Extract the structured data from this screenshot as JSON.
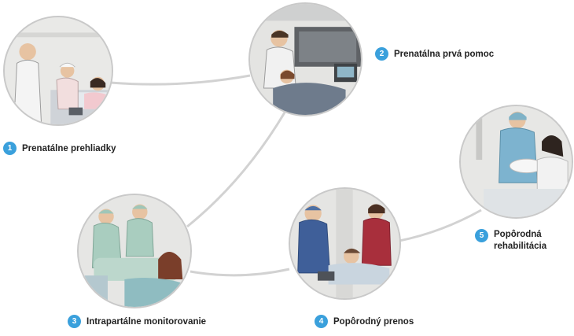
{
  "accent_color": "#3aa0dc",
  "line_color": "#d2d2d2",
  "stages": [
    {
      "number": "1",
      "lines": [
        "Prenatálne prehliadky"
      ],
      "scene": "doctor and nurse examining a pregnant woman in bed"
    },
    {
      "number": "2",
      "lines": [
        "Prenatálna prvá pomoc"
      ],
      "scene": "paramedic attending a woman in an ambulance"
    },
    {
      "number": "3",
      "lines": [
        "Intrapartálne monitorovanie"
      ],
      "scene": "surgical team in the delivery room"
    },
    {
      "number": "4",
      "lines": [
        "Popôrodný prenos"
      ],
      "scene": "medical staff transporting a patient on a stretcher"
    },
    {
      "number": "5",
      "lines": [
        "Popôrodná",
        "rehabilitácia"
      ],
      "scene": "nurse handing a newborn to the mother"
    }
  ]
}
